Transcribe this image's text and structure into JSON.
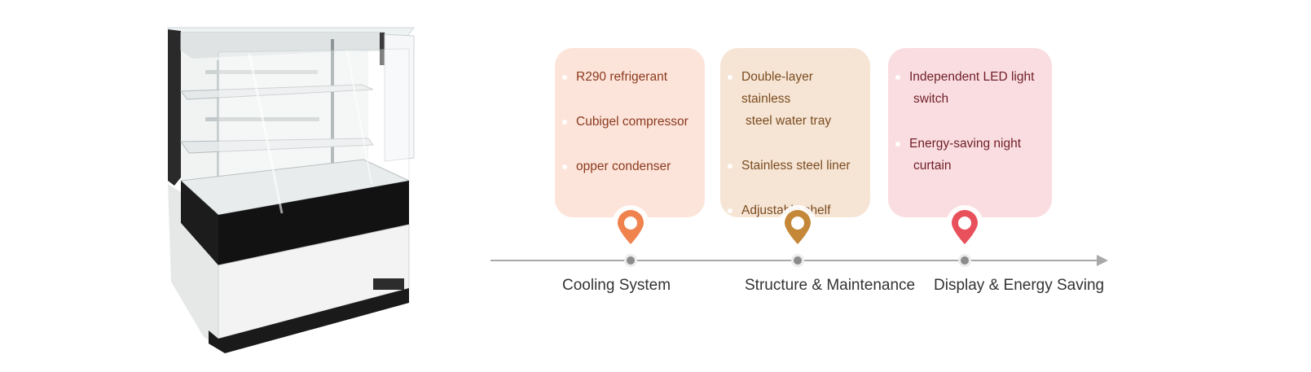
{
  "categories": [
    {
      "label": "Cooling System",
      "color": "#f0824e",
      "card_color": "#fde4da",
      "features": [
        {
          "text": "R290 refrigerant"
        },
        {
          "text": "Cubigel compressor"
        },
        {
          "text": "opper condenser"
        }
      ]
    },
    {
      "label": "Structure & Maintenance",
      "color": "#c48838",
      "card_color": "#f6e5d5",
      "features": [
        {
          "text": "Double-layer stainless",
          "cont": "steel water tray"
        },
        {
          "text": "Stainless steel liner"
        },
        {
          "text": "Adjustable shelf"
        }
      ]
    },
    {
      "label": "Display & Energy Saving",
      "color": "#e8505b",
      "card_color": "#fadde0",
      "features": [
        {
          "text": "Independent LED light",
          "cont": "switch"
        },
        {
          "text": "Energy-saving night",
          "cont": "curtain"
        }
      ]
    }
  ],
  "timeline_color": "#a9a9a9",
  "product_image": "refrigerated-display-case"
}
